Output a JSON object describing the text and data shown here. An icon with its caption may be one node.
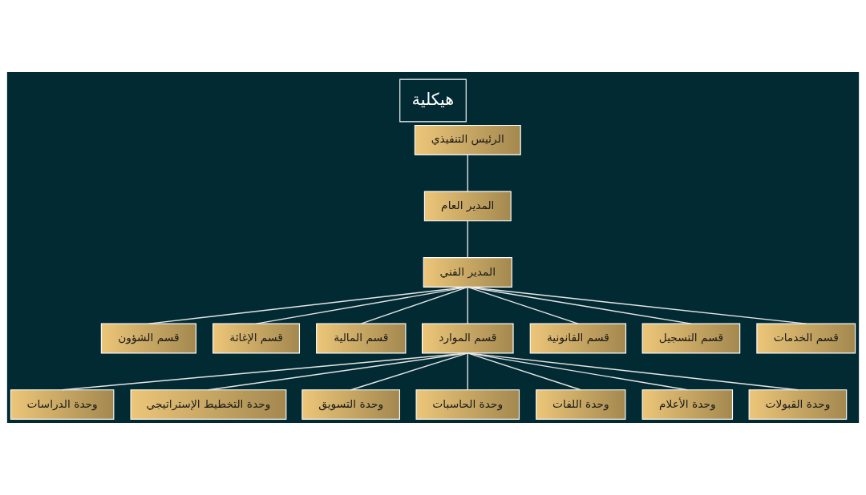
{
  "diagram": {
    "title": "هيكلية",
    "nodes": [
      {
        "text": [
          "الرئيس التنفيذي"
        ]
      },
      {
        "text": [
          "المدير العام"
        ]
      },
      {
        "text": [
          "المدير الفني"
        ]
      },
      {
        "text": [
          "قسم الخدمات"
        ]
      },
      {
        "text": [
          "قسم التسجيل"
        ]
      },
      {
        "text": [
          "قسم القانونية"
        ]
      },
      {
        "text": [
          "قسم الموارد"
        ]
      },
      {
        "text": [
          "قسم المالية"
        ]
      },
      {
        "text": [
          "قسم الإغاثة"
        ]
      },
      {
        "text": [
          "قسم الشؤون"
        ]
      },
      {
        "text": [
          "وحدة القبولات"
        ]
      },
      {
        "text": [
          "وحدة الأعلام"
        ]
      },
      {
        "text": [
          "وحدة اللفات"
        ]
      },
      {
        "text": [
          "وحدة الحاسبات"
        ]
      },
      {
        "text": [
          "وحدة التسويق"
        ]
      },
      {
        "text": [
          "وحدة التخطيط الإستراتيجي"
        ]
      },
      {
        "text": [
          "وحدة الدراسات"
        ]
      }
    ],
    "edges": [
      {
        "from": 0,
        "to": 1,
        "arrow": "none"
      },
      {
        "from": 1,
        "to": 2,
        "arrow": "none"
      },
      {
        "from": 2,
        "to": 3,
        "arrow": "none"
      },
      {
        "from": 2,
        "to": 4,
        "arrow": "none"
      },
      {
        "from": 2,
        "to": 5,
        "arrow": "none"
      },
      {
        "from": 2,
        "to": 6,
        "arrow": "none"
      },
      {
        "from": 2,
        "to": 7,
        "arrow": "none"
      },
      {
        "from": 2,
        "to": 8,
        "arrow": "none"
      },
      {
        "from": 2,
        "to": 9,
        "arrow": "none"
      },
      {
        "from": 6,
        "to": 10,
        "arrow": "none"
      },
      {
        "from": 6,
        "to": 11,
        "arrow": "none"
      },
      {
        "from": 6,
        "to": 12,
        "arrow": "none"
      },
      {
        "from": 6,
        "to": 13,
        "arrow": "none"
      },
      {
        "from": 6,
        "to": 14,
        "arrow": "none"
      },
      {
        "from": 6,
        "to": 15,
        "arrow": "none"
      },
      {
        "from": 6,
        "to": 16,
        "arrow": "none"
      }
    ]
  }
}
